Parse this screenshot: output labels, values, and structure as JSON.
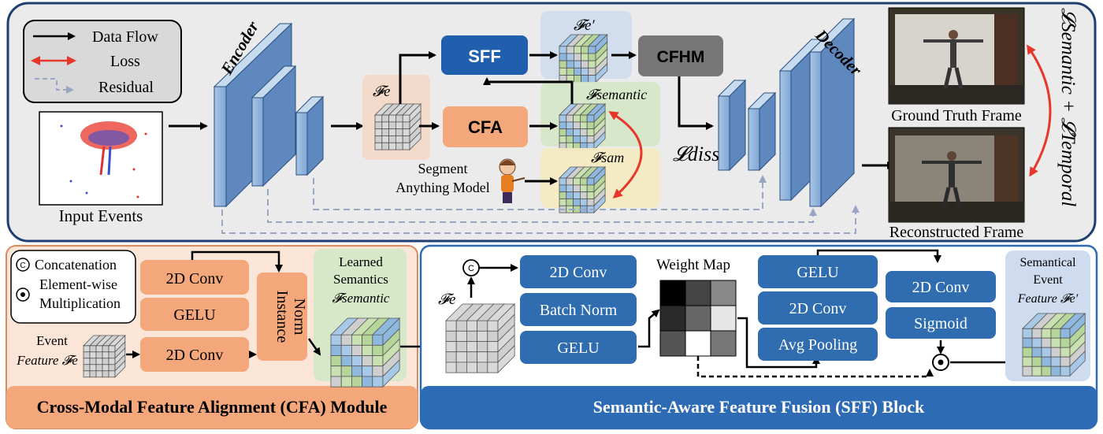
{
  "legend": {
    "data_flow": "Data Flow",
    "loss": "Loss",
    "residual": "Residual"
  },
  "top": {
    "input_label": "Input Events",
    "encoder": "Encoder",
    "decoder": "Decoder",
    "fe": "𝓕e",
    "fe_prime": "𝓕e′",
    "f_semantic": "𝓕semantic",
    "f_sam": "𝓕sam",
    "sff": "SFF",
    "cfa": "CFA",
    "cfhm": "CFHM",
    "sam_line1": "Segment",
    "sam_line2": "Anything Model",
    "l_diss": "𝓛diss",
    "gt_frame": "Ground Truth Frame",
    "recon_frame": "Reconstructed Frame",
    "vertical_loss": "𝓛Semantic + 𝓛Temporal"
  },
  "cfa_module": {
    "legend_concat": "Concatenation",
    "legend_mult_1": "Element-wise",
    "legend_mult_2": "Multiplication",
    "conv_top": "2D Conv",
    "gelu": "GELU",
    "conv_bottom": "2D Conv",
    "inorm_1": "Instance",
    "inorm_2": "Norm",
    "event_1": "Event",
    "event_2": "Feature 𝓕e",
    "learned_1": "Learned",
    "learned_2": "Semantics",
    "learned_3": "𝓕semantic",
    "title": "Cross-Modal Feature Alignment (CFA) Module"
  },
  "sff_block": {
    "fe": "𝓕e",
    "conv_a": "2D Conv",
    "bn": "Batch Norm",
    "gelu_a": "GELU",
    "weight_map": "Weight Map",
    "gelu_b": "GELU",
    "conv_b": "2D Conv",
    "avg_pool": "Avg Pooling",
    "conv_c": "2D Conv",
    "sigmoid": "Sigmoid",
    "sem_1": "Semantical",
    "sem_2": "Event",
    "sem_3": "Feature 𝓕e′",
    "title": "Semantic-Aware Feature Fusion (SFF) Block"
  },
  "colors": {
    "frame_fill": "#ebebeb",
    "sff_blue": "#1f5fae",
    "cfa_orange": "#f3a77a",
    "cfhm_gray": "#777777",
    "loss_red": "#e8362a",
    "block_blue": "#2f6db0",
    "cfa_bg": "#fbe5d6",
    "sff_title_blue": "#2e6bb5"
  }
}
